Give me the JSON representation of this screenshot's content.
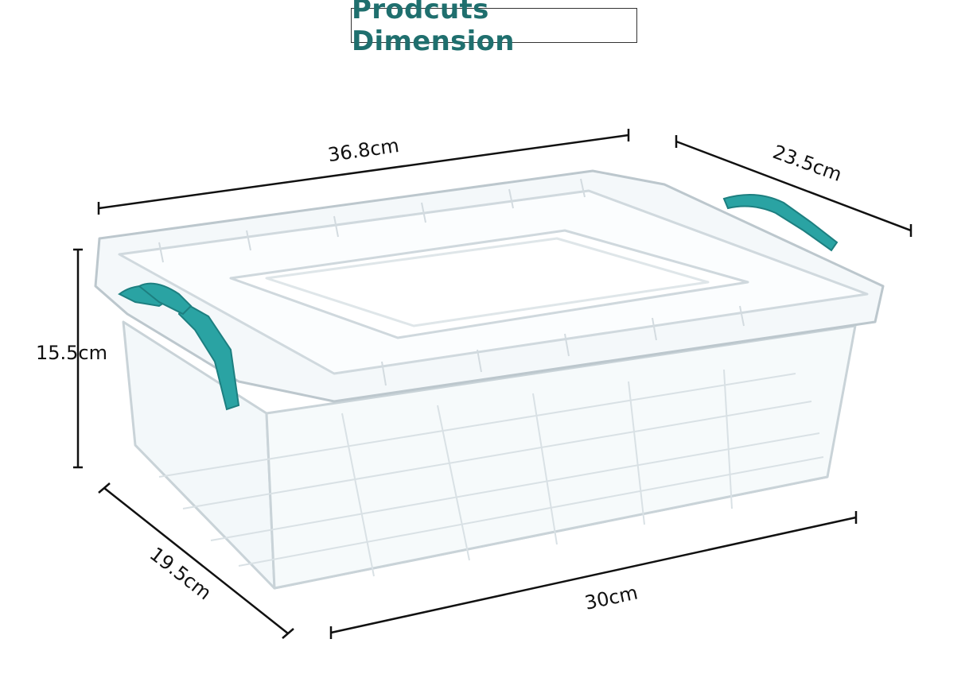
{
  "title": "Prodcuts Dimension",
  "dimensions": {
    "lid_length": "36.8cm",
    "lid_width": "23.5cm",
    "height": "15.5cm",
    "base_width": "19.5cm",
    "base_length": "30cm"
  },
  "colors": {
    "title": "#1f6f6e",
    "latch": "#2aa3a3",
    "plastic_edge": "#c9d3d8",
    "dimension_line": "#111111"
  },
  "icons": {
    "latch_left": "latch-icon",
    "latch_right": "latch-icon"
  }
}
